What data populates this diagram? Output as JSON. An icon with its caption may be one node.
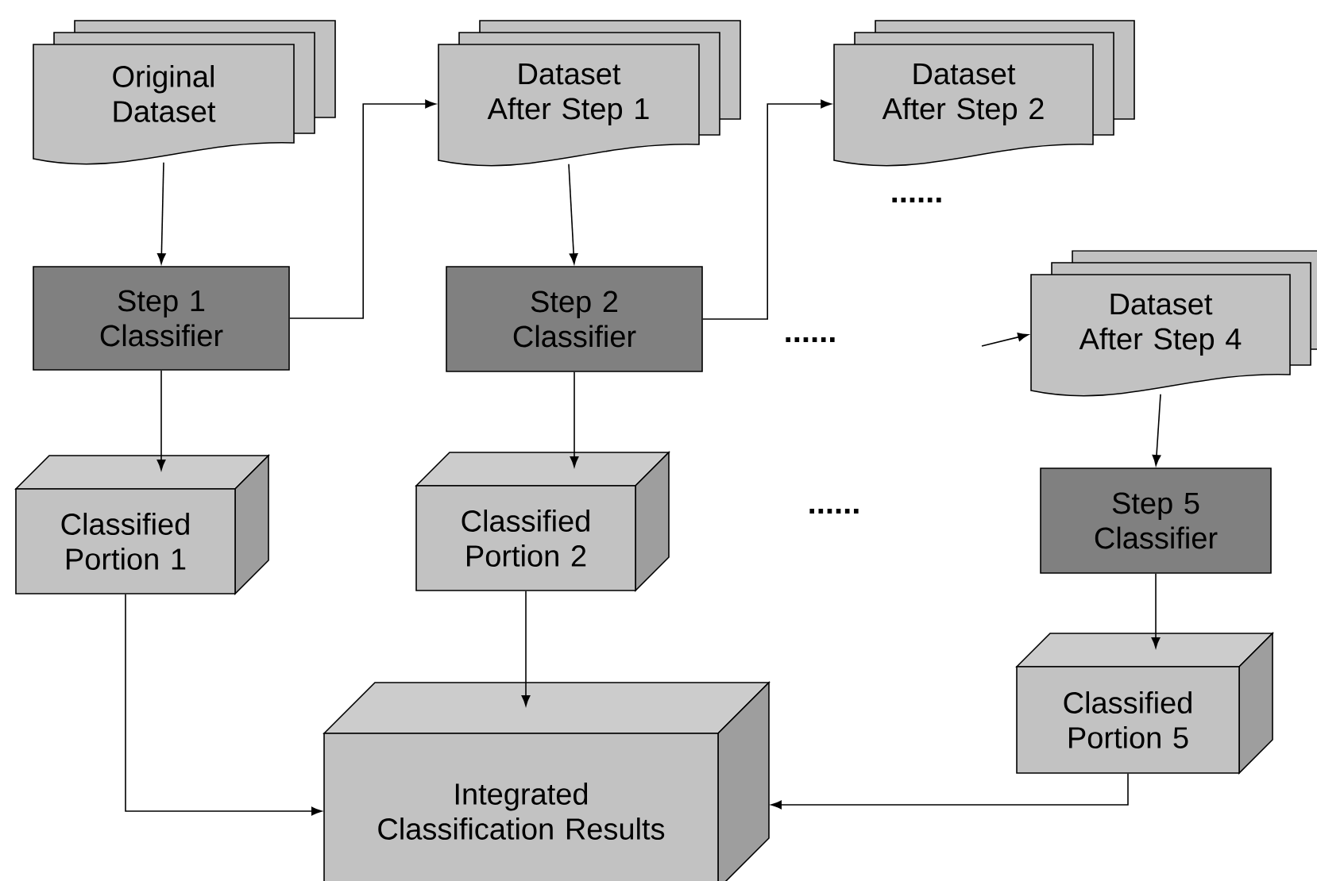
{
  "diagram": {
    "nodes": [
      {
        "text": [
          "Original Dataset"
        ]
      },
      {
        "text": [
          "Dataset After Step 1"
        ]
      },
      {
        "text": [
          "Dataset After Step 2"
        ]
      },
      {
        "text": [
          "Dataset After Step 4"
        ]
      },
      {
        "text": [
          "Step 1 Classifier"
        ]
      },
      {
        "text": [
          "Step 2 Classifier"
        ]
      },
      {
        "text": [
          "Step 5 Classifier"
        ]
      },
      {
        "text": [
          "Classified Portion 1"
        ]
      },
      {
        "text": [
          "Classified Portion 2"
        ]
      },
      {
        "text": [
          "Integrated Classification Results"
        ]
      },
      {
        "text": [
          "Classified Portion 5"
        ]
      }
    ],
    "edges": [
      {
        "from": 0,
        "to": 4,
        "arrow": "to"
      },
      {
        "from": 4,
        "to": 1,
        "arrow": "to"
      },
      {
        "from": 1,
        "to": 5,
        "arrow": "to"
      },
      {
        "from": 5,
        "to": 2,
        "arrow": "to"
      },
      {
        "from": 4,
        "to": 7,
        "arrow": "to"
      },
      {
        "from": 5,
        "to": 8,
        "arrow": "to"
      },
      {
        "from": null,
        "to": 3,
        "arrow": "to"
      },
      {
        "from": 3,
        "to": 6,
        "arrow": "to"
      },
      {
        "from": 6,
        "to": 10,
        "arrow": "to"
      },
      {
        "from": 7,
        "to": 9,
        "arrow": "to"
      },
      {
        "from": 8,
        "to": 9,
        "arrow": "to"
      },
      {
        "from": 10,
        "to": 9,
        "arrow": "to"
      }
    ],
    "labels": [
      "......",
      "......",
      "......"
    ]
  }
}
